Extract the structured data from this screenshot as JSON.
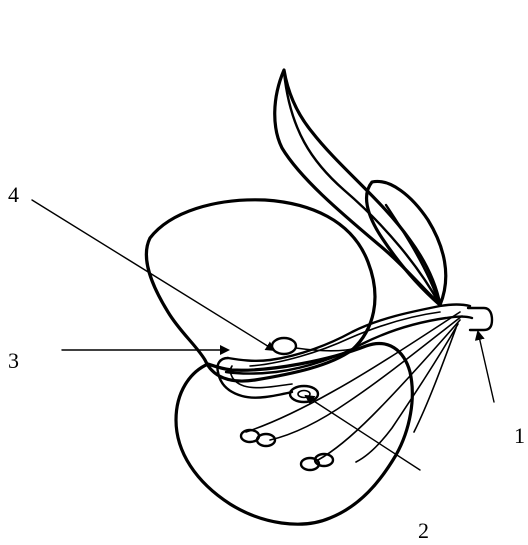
{
  "labels": {
    "one": "1",
    "two": "2",
    "three": "3",
    "four": "4"
  },
  "colors": {
    "line": "#000000",
    "background": "#ffffff"
  }
}
